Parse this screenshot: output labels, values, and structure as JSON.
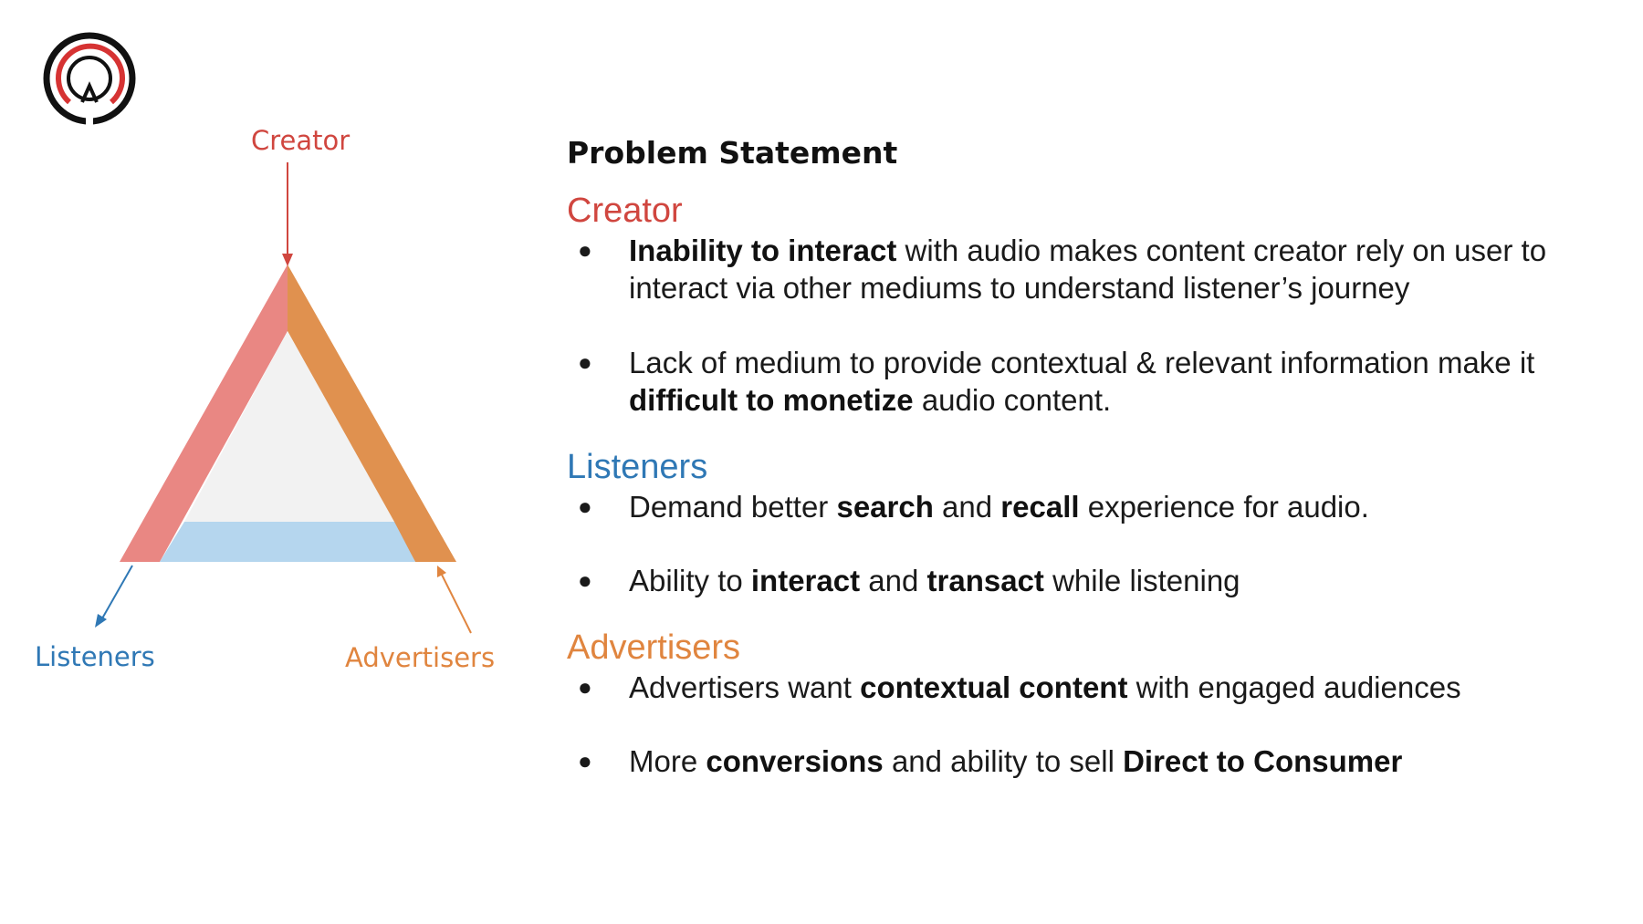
{
  "colors": {
    "creator": "#d0463f",
    "listeners": "#2f78b5",
    "advertisers": "#e0853f",
    "triangle_left": "#e98783",
    "triangle_right": "#e0914f",
    "triangle_bottom": "#b5d6ee",
    "triangle_inner": "#f2f2f2",
    "logo_ring_outer": "#111111",
    "logo_ring_inner": "#d63333"
  },
  "diagram": {
    "creator_label": "Creator",
    "listeners_label": "Listeners",
    "advertisers_label": "Advertisers"
  },
  "panel": {
    "title": "Problem Statement",
    "sections": [
      {
        "heading": "Creator",
        "bullets": [
          [
            {
              "text": "Inability to interact",
              "bold": true
            },
            {
              "text": " with audio makes content creator rely on user to interact via other mediums to understand listener’s journey",
              "bold": false
            }
          ],
          [
            {
              "text": "Lack of medium to provide contextual & relevant information make it ",
              "bold": false
            },
            {
              "text": "difficult to monetize",
              "bold": true
            },
            {
              "text": " audio content.",
              "bold": false
            }
          ]
        ]
      },
      {
        "heading": "Listeners",
        "bullets": [
          [
            {
              "text": "Demand better ",
              "bold": false
            },
            {
              "text": "search",
              "bold": true
            },
            {
              "text": " and ",
              "bold": false
            },
            {
              "text": "recall",
              "bold": true
            },
            {
              "text": " experience for audio.",
              "bold": false
            }
          ],
          [
            {
              "text": "Ability to ",
              "bold": false
            },
            {
              "text": "interact",
              "bold": true
            },
            {
              "text": " and ",
              "bold": false
            },
            {
              "text": "transact",
              "bold": true
            },
            {
              "text": " while listening",
              "bold": false
            }
          ]
        ]
      },
      {
        "heading": "Advertisers",
        "bullets": [
          [
            {
              "text": "Advertisers want ",
              "bold": false
            },
            {
              "text": "contextual content",
              "bold": true
            },
            {
              "text": " with engaged audiences",
              "bold": false
            }
          ],
          [
            {
              "text": "More ",
              "bold": false
            },
            {
              "text": "conversions",
              "bold": true
            },
            {
              "text": " and ability to sell ",
              "bold": false
            },
            {
              "text": "Direct to Consumer",
              "bold": true
            }
          ]
        ]
      }
    ]
  }
}
